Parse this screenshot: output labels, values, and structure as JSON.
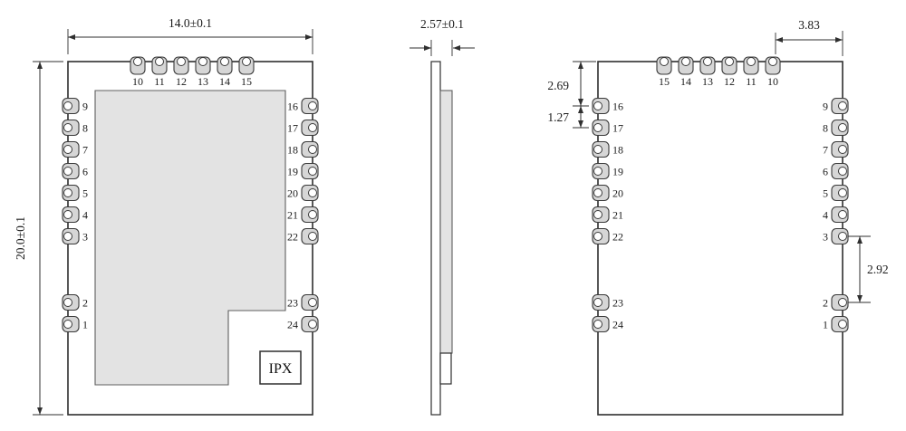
{
  "drawing": {
    "dim_width": "14.0±0.1",
    "dim_height": "20.0±0.1",
    "dim_thickness": "2.57±0.1",
    "dim_corner_offset": "3.83",
    "dim_first_pad": "2.69",
    "dim_pitch": "1.27",
    "dim_pad_gap": "2.92",
    "ipx_label": "IPX"
  },
  "front_view": {
    "top_pins": [
      "10",
      "11",
      "12",
      "13",
      "14",
      "15"
    ],
    "left_pins": [
      "9",
      "8",
      "7",
      "6",
      "5",
      "4",
      "3",
      "2",
      "1"
    ],
    "right_pins": [
      "16",
      "17",
      "18",
      "19",
      "20",
      "21",
      "22",
      "23",
      "24"
    ]
  },
  "back_view": {
    "top_pins": [
      "15",
      "14",
      "13",
      "12",
      "11",
      "10"
    ],
    "left_pins": [
      "16",
      "17",
      "18",
      "19",
      "20",
      "21",
      "22",
      "23",
      "24"
    ],
    "right_pins": [
      "9",
      "8",
      "7",
      "6",
      "5",
      "4",
      "3",
      "2",
      "1"
    ]
  },
  "colors": {
    "line": "#2f2f2f",
    "pad_fill": "#d6d6d6",
    "shield_fill": "#e3e3e3",
    "background": "#ffffff"
  }
}
